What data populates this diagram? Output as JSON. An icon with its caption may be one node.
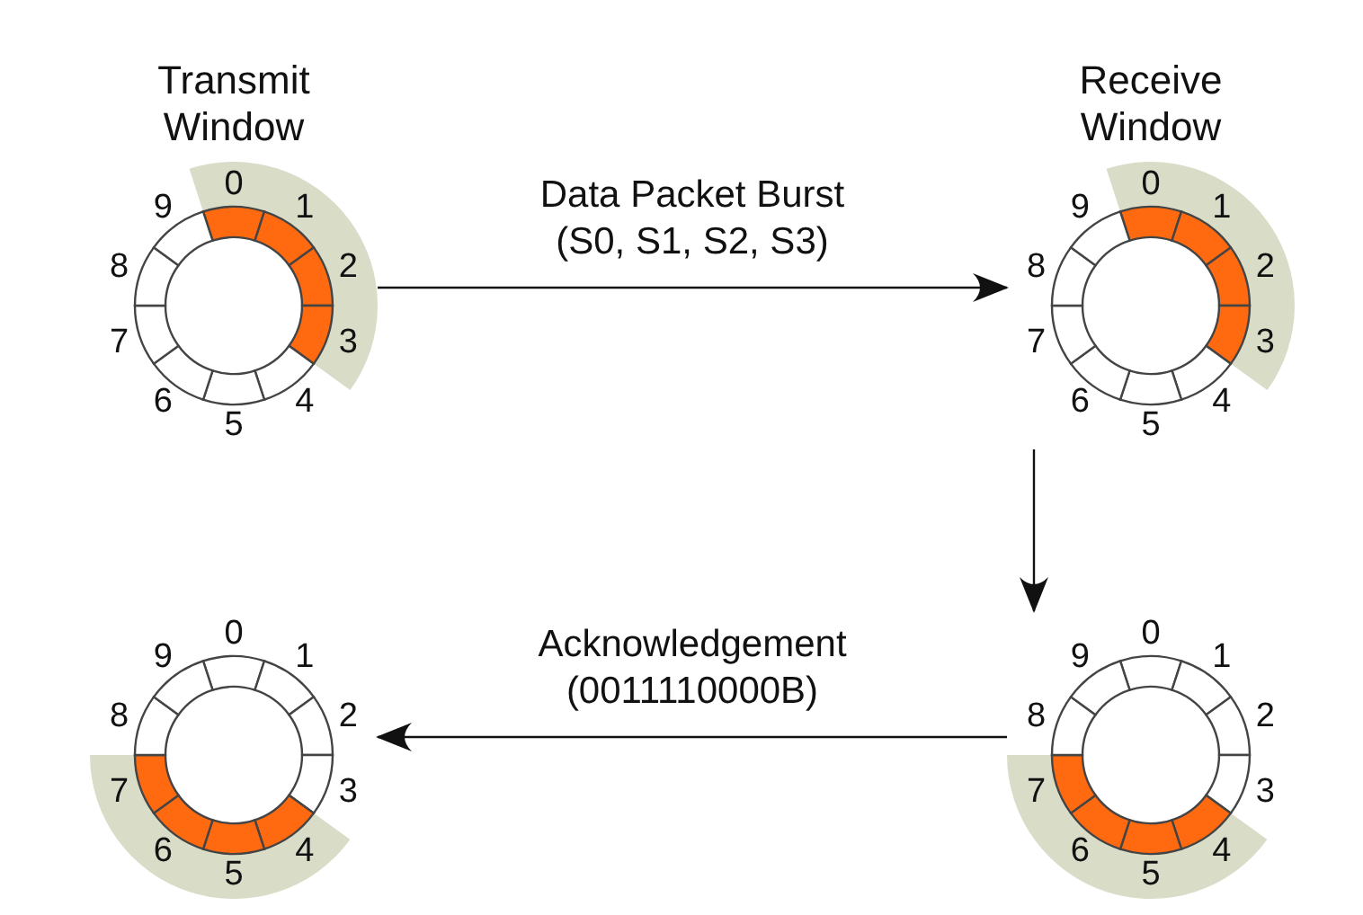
{
  "diagram": {
    "nodes": [
      {
        "text": [
          "Transmit Window",
          "0",
          "1",
          "2",
          "3",
          "4",
          "5",
          "6",
          "7",
          "8",
          "9"
        ]
      },
      {
        "text": [
          "Receive Window",
          "0",
          "1",
          "2",
          "3",
          "4",
          "5",
          "6",
          "7",
          "8",
          "9"
        ]
      },
      {
        "text": [
          "0",
          "1",
          "2",
          "3",
          "4",
          "5",
          "6",
          "7",
          "8",
          "9"
        ]
      },
      {
        "text": [
          "0",
          "1",
          "2",
          "3",
          "4",
          "5",
          "6",
          "7",
          "8",
          "9"
        ]
      }
    ],
    "edges": [
      {
        "from": 0,
        "to": 1,
        "arrow": "to",
        "label": "Data Packet Burst (S0, S1, S2, S3)"
      },
      {
        "from": 1,
        "to": 3,
        "arrow": "to"
      },
      {
        "from": 3,
        "to": 2,
        "arrow": "to",
        "label": "Acknowledgement (0011110000B)"
      }
    ]
  }
}
